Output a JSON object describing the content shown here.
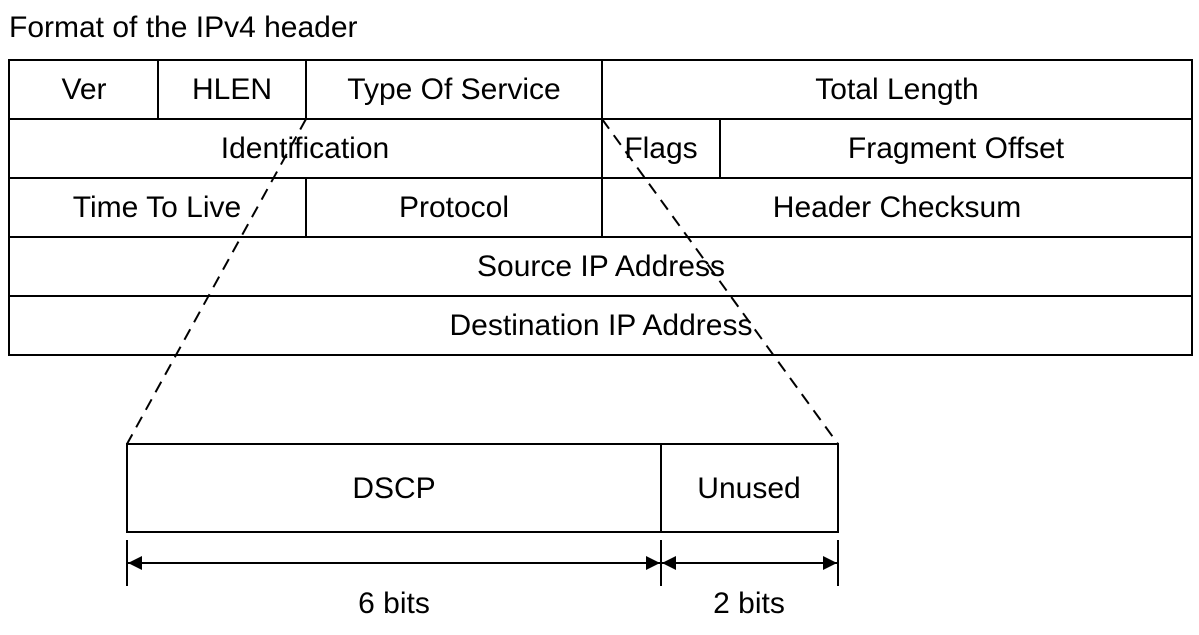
{
  "title": "Format of the IPv4 header",
  "header_rows": [
    [
      "Ver",
      "HLEN",
      "Type Of Service",
      "Total Length"
    ],
    [
      "Identification",
      "Flags",
      "Fragment Offset"
    ],
    [
      "Time To Live",
      "Protocol",
      "Header Checksum"
    ],
    [
      "Source IP Address"
    ],
    [
      "Destination IP Address"
    ]
  ],
  "tos_breakdown": {
    "fields": [
      "DSCP",
      "Unused"
    ],
    "widths": [
      "6 bits",
      "2 bits"
    ]
  }
}
